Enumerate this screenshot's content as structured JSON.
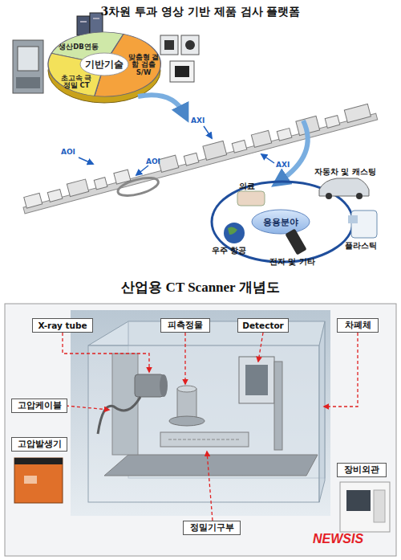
{
  "diagram": {
    "title": "3차원 투과 영상 기반 제품 검사 플랫폼",
    "nodes": [
      {
        "text": [
          "생산DB연동"
        ]
      },
      {
        "text": [
          "기반기술"
        ]
      },
      {
        "text": [
          "맞춤형 결함 검출 S/W"
        ]
      },
      {
        "text": [
          "초고속 극정밀 CT"
        ]
      },
      {
        "text": [
          "응용분야"
        ]
      },
      {
        "text": [
          "X-ray tube"
        ]
      },
      {
        "text": [
          "피측정물"
        ]
      },
      {
        "text": [
          "Detector"
        ]
      },
      {
        "text": [
          "차폐체"
        ]
      },
      {
        "text": [
          "고압케이블"
        ]
      },
      {
        "text": [
          "고압발생기"
        ]
      },
      {
        "text": [
          "장비외관"
        ]
      },
      {
        "text": [
          "정밀기구부"
        ]
      }
    ],
    "labels": [
      "AOI",
      "AOI",
      "AXI",
      "AXI",
      "의료",
      "자동차 및 캐스팅",
      "플라스틱",
      "우주 항공",
      "전자 및 기타",
      "산업용 CT Scanner 개념도",
      "NEWSIS"
    ]
  }
}
